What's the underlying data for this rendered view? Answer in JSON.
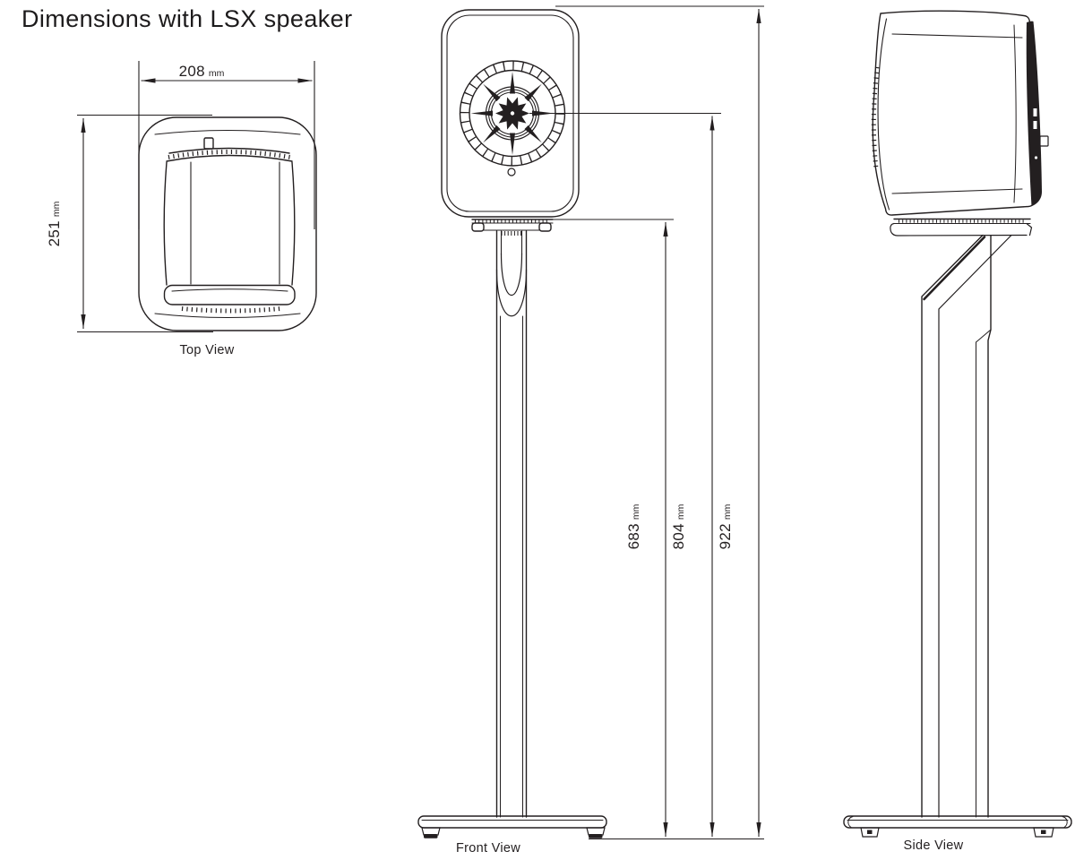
{
  "title": "Dimensions with LSX speaker",
  "views": {
    "top": {
      "label": "Top View"
    },
    "front": {
      "label": "Front View"
    },
    "side": {
      "label": "Side View"
    }
  },
  "dimensions": {
    "width": {
      "value": "208",
      "unit": "mm"
    },
    "depth": {
      "value": "251",
      "unit": "mm"
    },
    "height_to_stand_top": {
      "value": "683",
      "unit": "mm"
    },
    "height_to_driver_center": {
      "value": "804",
      "unit": "mm"
    },
    "overall_height": {
      "value": "922",
      "unit": "mm"
    }
  },
  "colors": {
    "line": "#231f20",
    "background": "#ffffff"
  }
}
